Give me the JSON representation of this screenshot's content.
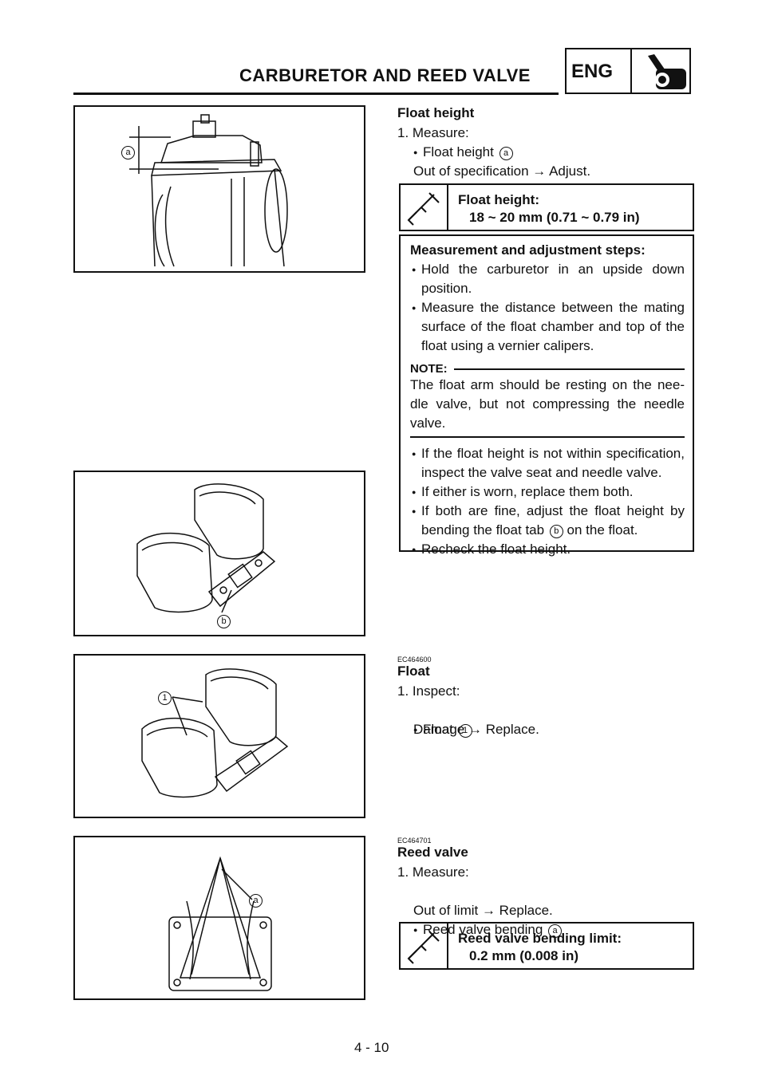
{
  "header": {
    "title": "CARBURETOR AND REED VALVE",
    "section_badge": "ENG",
    "section_icon": "wrench-bolt-icon"
  },
  "figures": {
    "fig1_label": "a",
    "fig2_label": "b",
    "fig3_label": "1",
    "fig4_label": "a"
  },
  "float_height": {
    "heading": "Float height",
    "step": "1. Measure:",
    "item": "Float height",
    "item_ref": "a",
    "result": "Out of specification → Adjust.",
    "spec_label": "Float height:",
    "spec_value": "18 ~ 20 mm (0.71 ~ 0.79 in)",
    "steps_title": "Measurement and adjustment steps:",
    "bullets_a": [
      "Hold the carburetor in an upside down position.",
      "Measure the distance between the mating surface of the float chamber and top of the float using a vernier calipers."
    ],
    "note_label": "NOTE:",
    "note_text": "The float arm should be resting on the nee-dle valve, but not compressing the needle valve.",
    "bullets_b": [
      "If the float height is not within specification, inspect the valve seat and needle valve.",
      "If either is worn, replace them both."
    ],
    "bullet_tab_pre": "If both are fine, adjust the float height by bending the float tab",
    "bullet_tab_ref": "b",
    "bullet_tab_post": "on the float.",
    "bullet_last": "Recheck the float height."
  },
  "float": {
    "code": "EC464600",
    "heading": "Float",
    "step": "1. Inspect:",
    "item": "Float",
    "item_ref": "1",
    "result": "Damage → Replace."
  },
  "reed_valve": {
    "code": "EC464701",
    "heading": "Reed valve",
    "step": "1. Measure:",
    "item": "Reed valve bending",
    "item_ref": "a",
    "result": "Out of limit → Replace.",
    "spec_label": "Reed valve bending limit:",
    "spec_value": "0.2 mm (0.008 in)"
  },
  "page_number": "4 - 10"
}
